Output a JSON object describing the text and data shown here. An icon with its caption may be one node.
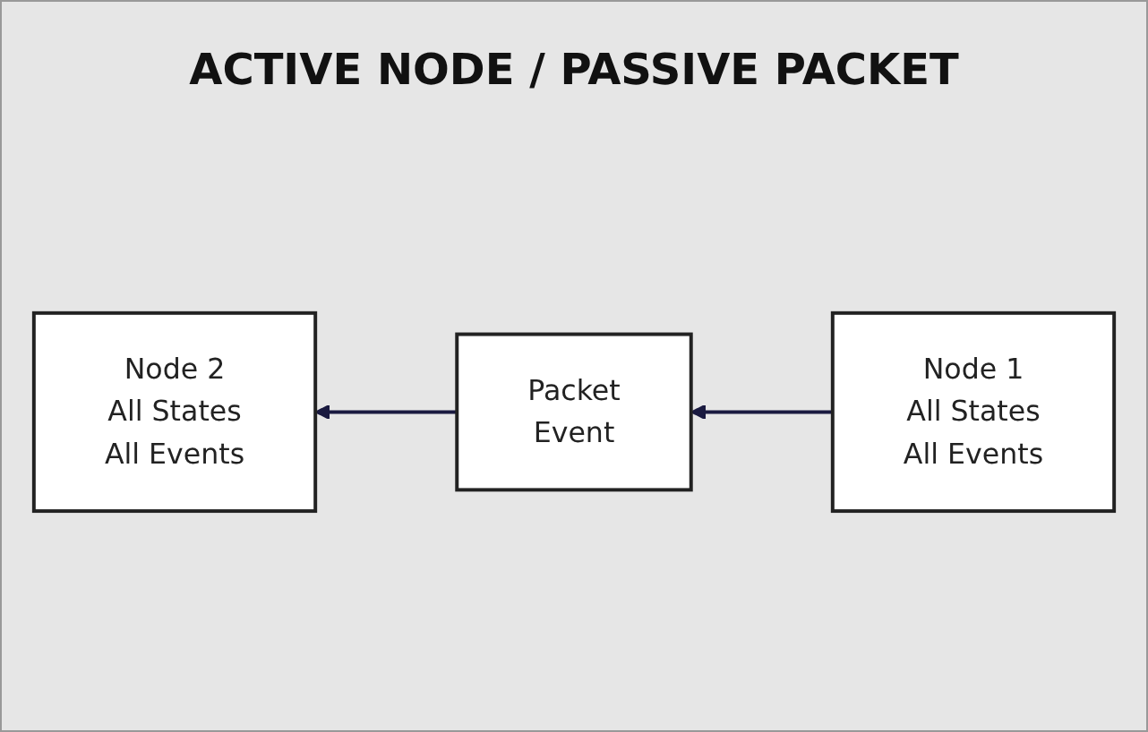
{
  "diagram": {
    "title": "ACTIVE NODE / PASSIVE PACKET",
    "nodes": [
      {
        "text": [
          "Node 2",
          "All States",
          "All Events"
        ]
      },
      {
        "text": [
          "Packet",
          "Event"
        ]
      },
      {
        "text": [
          "Node 1",
          "All States",
          "All Events"
        ]
      }
    ],
    "edges": [
      {
        "from": 2,
        "to": 1,
        "arrow": "to"
      },
      {
        "from": 1,
        "to": 0,
        "arrow": "to"
      }
    ]
  }
}
